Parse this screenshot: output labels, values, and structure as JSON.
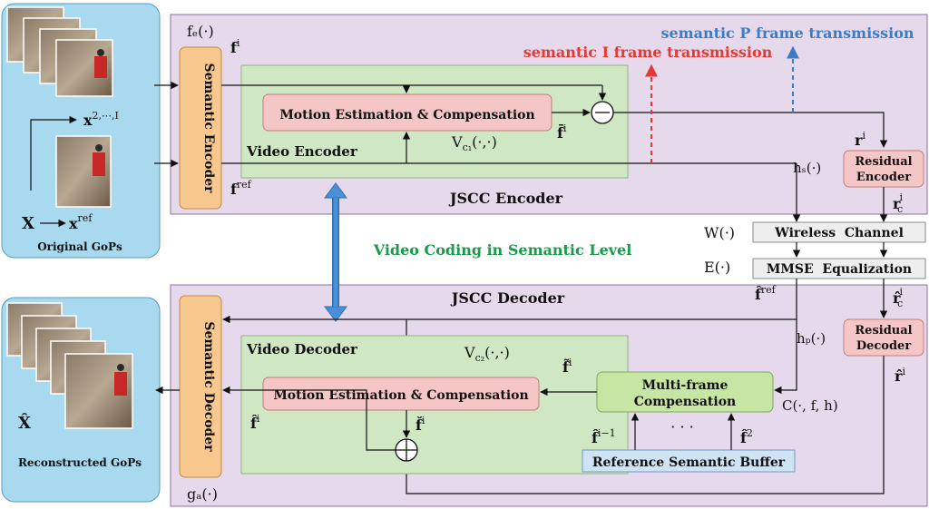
{
  "header": {
    "p_frame": "semantic P frame transmission",
    "i_frame": "semantic I frame transmission"
  },
  "colors": {
    "p_frame": "#3b7dc4",
    "i_frame": "#e53935",
    "semantic_level": "#1a9a4a",
    "panel_purple": "#e6d9ec",
    "gop_blue": "#a8d9ee",
    "semantic_box": "#f8c88e",
    "pink_box": "#f4c6c6",
    "green_box": "#cfe8c3",
    "multiframe_box": "#c7e6a3",
    "buffer_box": "#cfe3f3",
    "gray_box": "#eeeeee"
  },
  "left_panel": {
    "top_label": "x",
    "top_sup": "2,⋯,I",
    "X_label": "X",
    "ref_label": "x",
    "ref_sup": "ref",
    "caption": "Original GoPs"
  },
  "right_panel": {
    "xhat": "X̂",
    "caption": "Reconstructed GoPs"
  },
  "encoder": {
    "title": "JSCC Encoder",
    "semantic_encoder": "Semantic Encoder",
    "fe": "fₑ(·)",
    "fi": "f",
    "fi_sup": "i",
    "fref": "f",
    "fref_sup": "ref",
    "motion": "Motion Estimation & Compensation",
    "video_encoder": "Video Encoder",
    "vc1": "V",
    "vc1_sub": "c₁",
    "vc1_args": "(·,·)",
    "fbar": "f̄",
    "fbar_sup": "i"
  },
  "middle": {
    "semantic_level": "Video Coding in Semantic Level",
    "ri": "r",
    "ri_sup": "i",
    "residual_encoder_1": "Residual",
    "residual_encoder_2": "Encoder",
    "hs": "hₛ(·)",
    "rc": "r",
    "rc_sub": "c",
    "rc_sup": "i",
    "W": "W(·)",
    "wireless": "Wireless  Channel",
    "E": "E(·)",
    "mmse": "MMSE  Equalization"
  },
  "decoder": {
    "title": "JSCC Decoder",
    "semantic_decoder": "Semantic Decoder",
    "ga": "gₐ(·)",
    "fref_hat": "f̂",
    "fref_hat_sup": "ref",
    "rc_hat": "r̂",
    "rc_hat_sub": "c",
    "rc_hat_sup": "i",
    "video_decoder": "Video Decoder",
    "vc2": "V",
    "vc2_sub": "c₂",
    "vc2_args": "(·,·)",
    "ftilde": "f̃",
    "ftilde_sup": "i",
    "motion": "Motion Estimation & Compensation",
    "multi_1": "Multi-frame",
    "multi_2": "Compensation",
    "hp": "hₚ(·)",
    "residual_decoder_1": "Residual",
    "residual_decoder_2": "Decoder",
    "ri_hat": "r̂",
    "ri_hat_sup": "i",
    "C": "C(·, f, h)",
    "fhat": "f̂",
    "fhat_sup": "i",
    "fcheck": "f̌",
    "fcheck_sup": "i",
    "dots": "· · ·",
    "fim1": "f̂",
    "fim1_sup": "i−1",
    "f2": "f̂",
    "f2_sup": "2",
    "buffer": "Reference Semantic Buffer"
  }
}
